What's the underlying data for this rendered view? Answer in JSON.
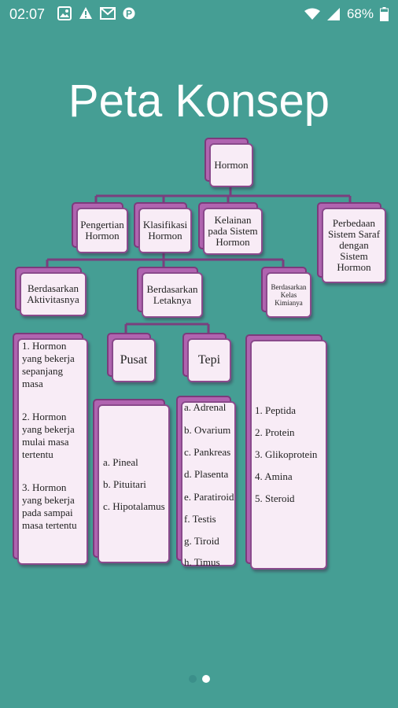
{
  "status_bar": {
    "time": "02:07",
    "battery": "68%",
    "left_icons": [
      "gallery-icon",
      "alert-icon",
      "gmail-icon",
      "p-icon"
    ],
    "right_icons": [
      "wifi-icon",
      "signal-icon",
      "battery-icon"
    ]
  },
  "page_title": "Peta Konsep",
  "nodes": {
    "hormon": "Hormon",
    "pengertian": "Pengertian Hormon",
    "klasifikasi": "Klasifikasi Hormon",
    "kelainan": "Kelainan pada Sistem Hormon",
    "perbedaan": "Perbedaan Sistem Saraf dengan Sistem Hormon",
    "aktivitas": "Berdasarkan Aktivitasnya",
    "letak": "Berdasarkan Letaknya",
    "kimia": "Berdasarkan Kelas Kimianya",
    "pusat": "Pusat",
    "tepi": "Tepi"
  },
  "lists": {
    "aktivitas": [
      "1. Hormon yang bekerja sepanjang masa",
      "2. Hormon yang bekerja mulai masa tertentu",
      "3. Hormon yang bekerja pada sampai masa tertentu"
    ],
    "pusat": [
      "a. Pineal",
      "b. Pituitari",
      "c. Hipotalamus"
    ],
    "tepi": [
      "a. Adrenal",
      "b. Ovarium",
      "c. Pankreas",
      "d. Plasenta",
      "e. Paratiroid",
      "f. Testis",
      "g. Tiroid",
      "h. Timus"
    ],
    "kimia": [
      "1. Peptida",
      "2. Protein",
      "3. Glikoprotein",
      "4. Amina",
      "5. Steroid"
    ]
  },
  "pager": {
    "count": 2,
    "active": 1
  },
  "colors": {
    "background": "#459e94",
    "box_fill": "#f8ecf6",
    "box_shadow": "#b064b0",
    "connector": "#7a3f7e"
  }
}
